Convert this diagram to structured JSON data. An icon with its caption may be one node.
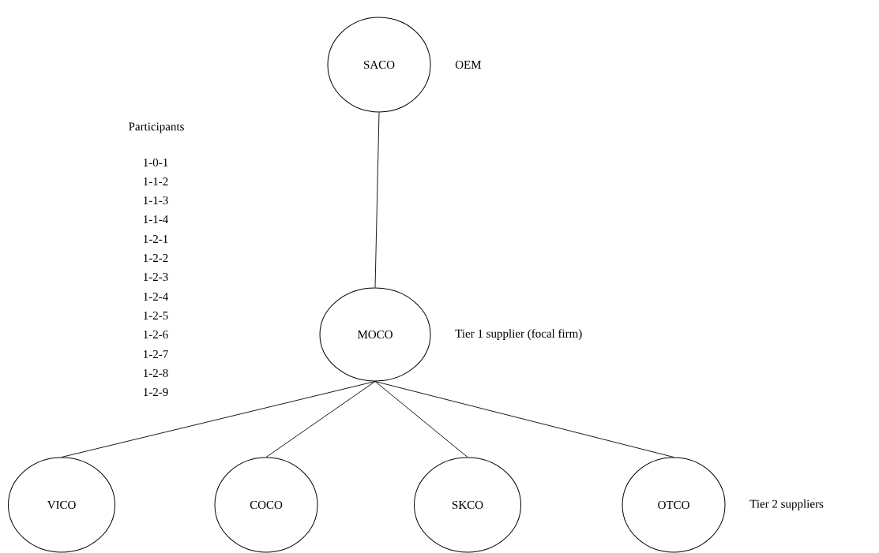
{
  "diagram": {
    "nodes": [
      {
        "text": [
          "SACO"
        ],
        "beside": [
          "OEM"
        ]
      },
      {
        "text": [
          "MOCO"
        ],
        "beside": [
          "Tier 1 supplier (focal firm)"
        ]
      },
      {
        "text": [
          "VICO"
        ]
      },
      {
        "text": [
          "COCO"
        ]
      },
      {
        "text": [
          "SKCO"
        ]
      },
      {
        "text": [
          "OTCO"
        ],
        "beside": [
          "Tier 2 suppliers"
        ]
      }
    ],
    "edges": [
      {
        "from": 0,
        "to": 1,
        "arrow": "none"
      },
      {
        "from": 1,
        "to": 2,
        "arrow": "none"
      },
      {
        "from": 1,
        "to": 3,
        "arrow": "none"
      },
      {
        "from": 1,
        "to": 4,
        "arrow": "none"
      },
      {
        "from": 1,
        "to": 5,
        "arrow": "none"
      }
    ],
    "labels": [
      "Participants",
      "1-0-1",
      "1-1-2",
      "1-1-3",
      "1-1-4",
      "1-2-1",
      "1-2-2",
      "1-2-3",
      "1-2-4",
      "1-2-5",
      "1-2-6",
      "1-2-7",
      "1-2-8",
      "1-2-9"
    ]
  }
}
